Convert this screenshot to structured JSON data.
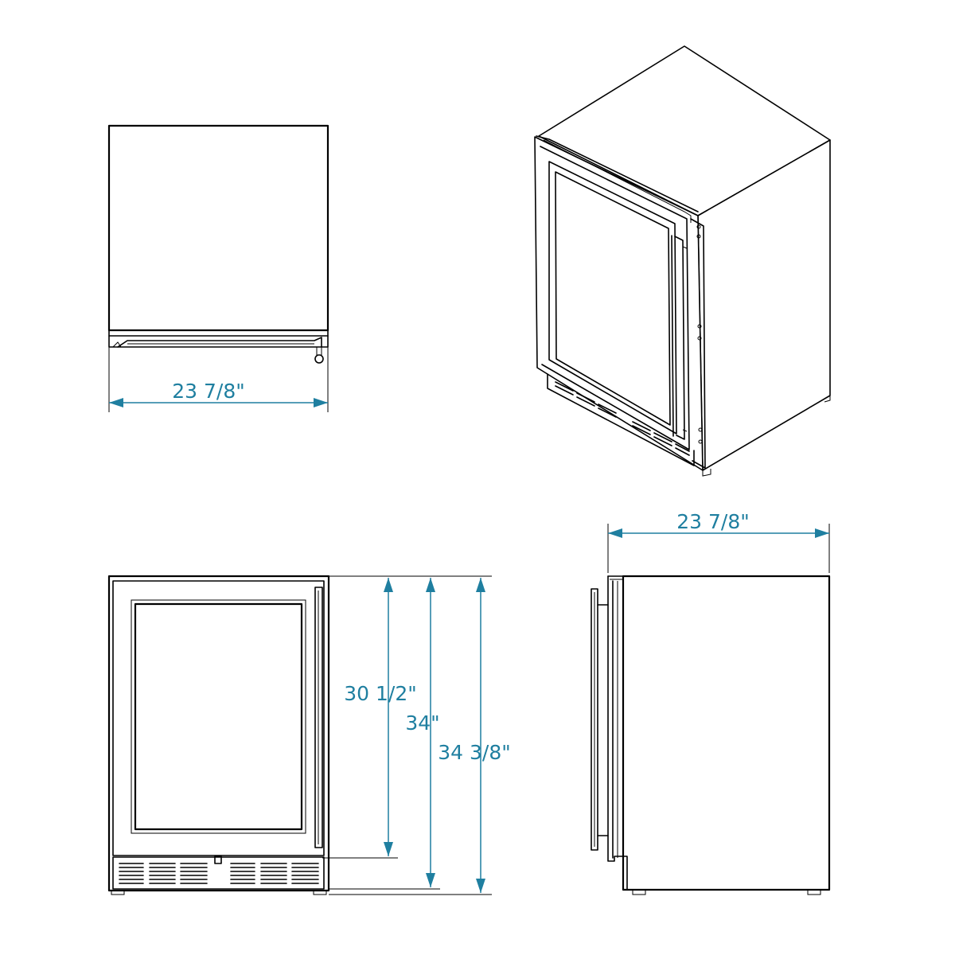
{
  "dimensions": {
    "top_width": "23 7/8\"",
    "side_depth": "23 7/8\"",
    "front_height_cabinet": "30 1/2\"",
    "front_height_min": "34\"",
    "front_height_max": "34 3/8\""
  },
  "colors": {
    "dimension": "#1f7fa0",
    "line": "#000000",
    "background": "#ffffff"
  }
}
